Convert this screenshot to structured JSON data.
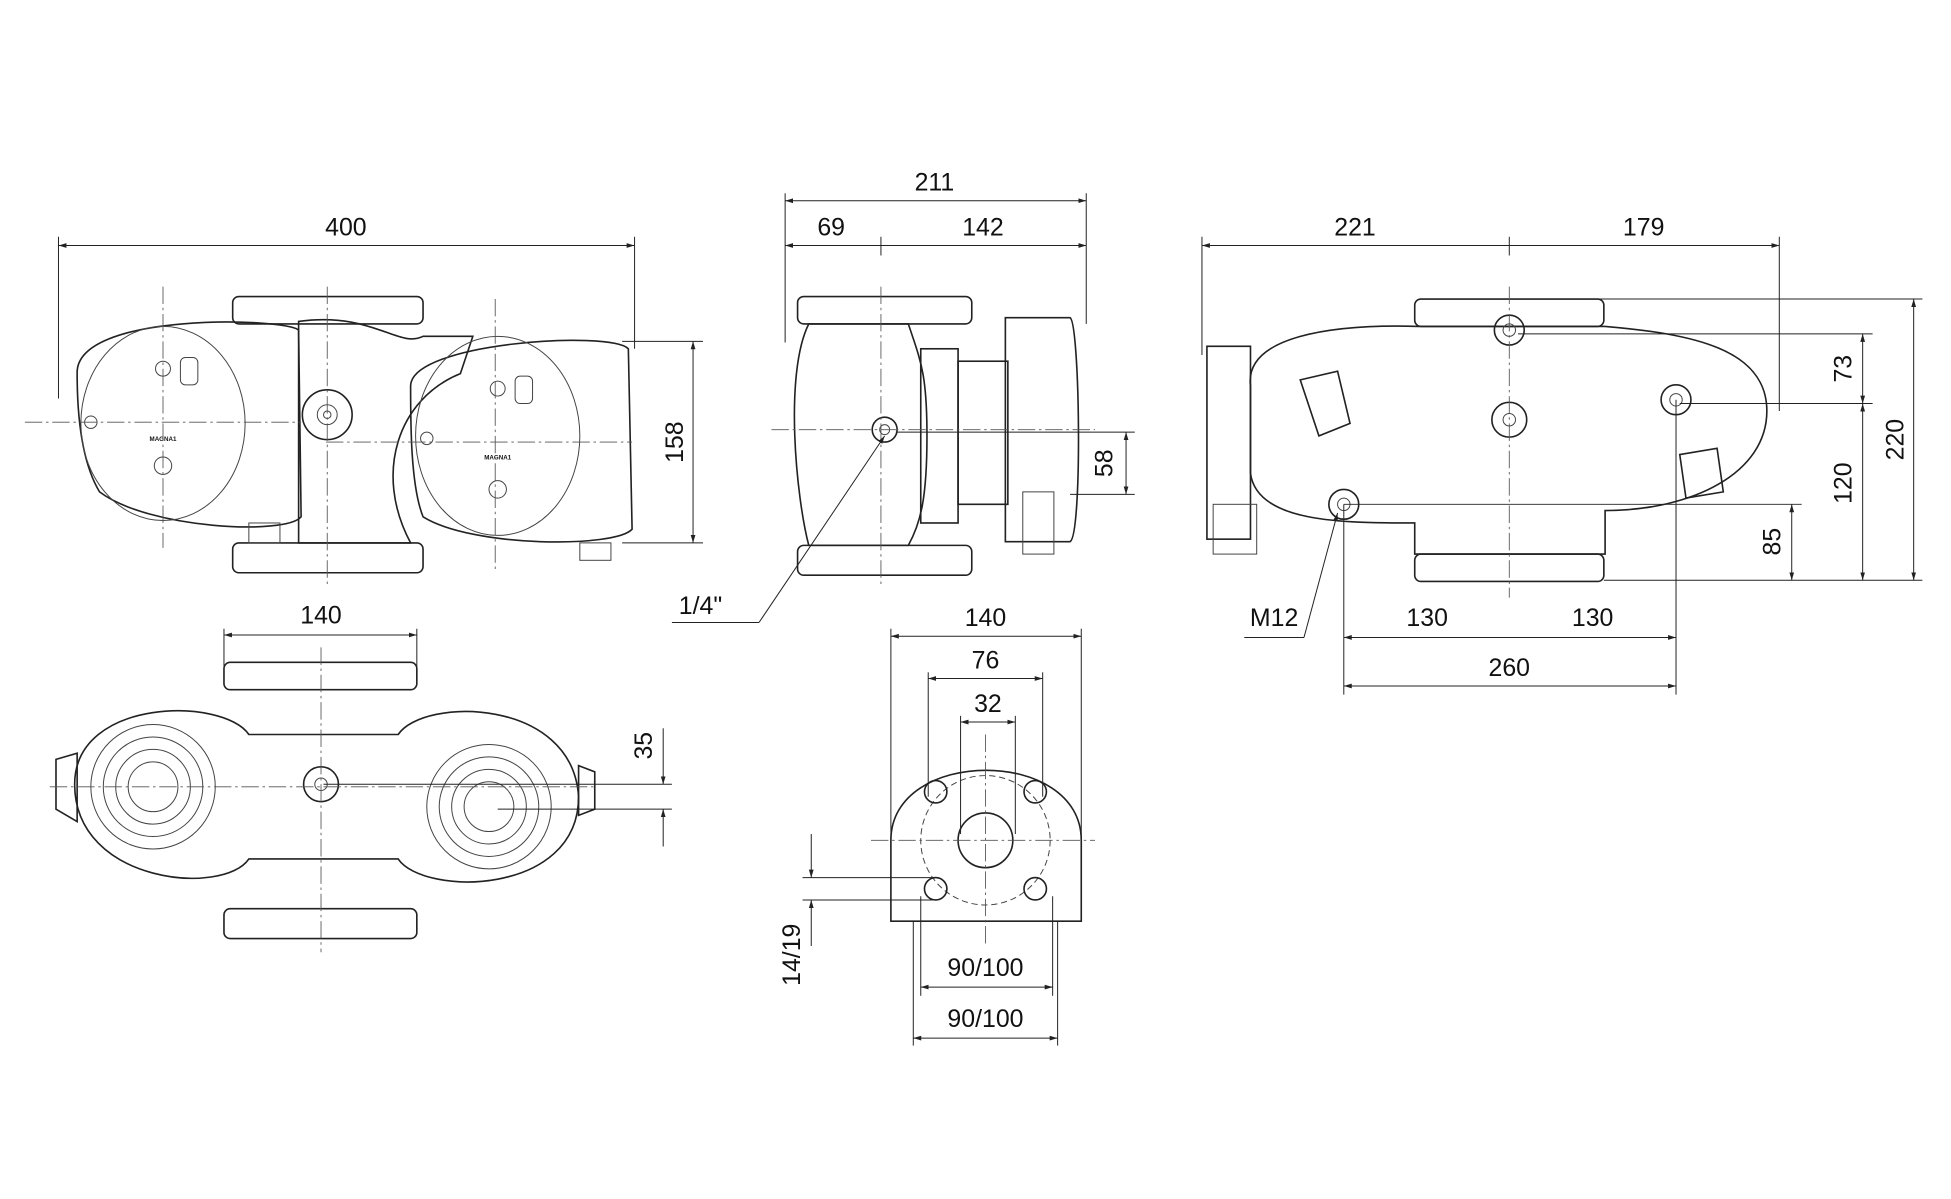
{
  "front_view": {
    "width_400": "400",
    "height_158": "158",
    "brand_left": "MAGNA1",
    "brand_right": "MAGNA1"
  },
  "side_view": {
    "total_211": "211",
    "part_69": "69",
    "part_142": "142",
    "height_58": "58",
    "thread": "1/4\""
  },
  "rear_view": {
    "left_221": "221",
    "right_179": "179",
    "h_73": "73",
    "h_120": "120",
    "h_220": "220",
    "h_85": "85",
    "bolt": "M12",
    "half_130_a": "130",
    "half_130_b": "130",
    "span_260": "260"
  },
  "top_view": {
    "width_140": "140",
    "offset_35": "35"
  },
  "flange_view": {
    "d_140": "140",
    "d_76": "76",
    "d_32": "32",
    "hole": "14/19",
    "pcd_inner": "90/100",
    "pcd_outer": "90/100"
  }
}
